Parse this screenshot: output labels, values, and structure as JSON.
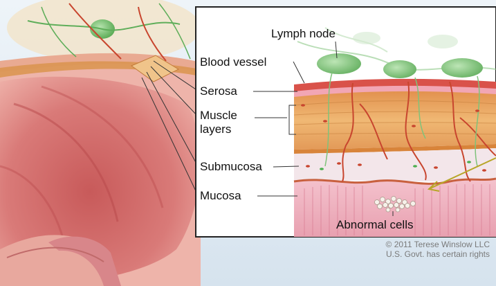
{
  "labels": {
    "lymph_node": "Lymph node",
    "blood_vessel": "Blood vessel",
    "serosa": "Serosa",
    "muscle_line1": "Muscle",
    "muscle_line2": "layers",
    "submucosa": "Submucosa",
    "mucosa": "Mucosa",
    "abnormal_cells": "Abnormal cells"
  },
  "credit": {
    "line1": "© 2011 Terese Winslow LLC",
    "line2": "U.S. Govt. has certain rights"
  },
  "colors": {
    "background": "#dfe9f2",
    "tissue_pink": "#e99a94",
    "serosa": "#d9524a",
    "muscle": "#e8a862",
    "submucosa": "#f3e6ea",
    "mucosa": "#f2b8c4",
    "lymph_node": "#7fc27a",
    "vessel": "#c8452e"
  }
}
